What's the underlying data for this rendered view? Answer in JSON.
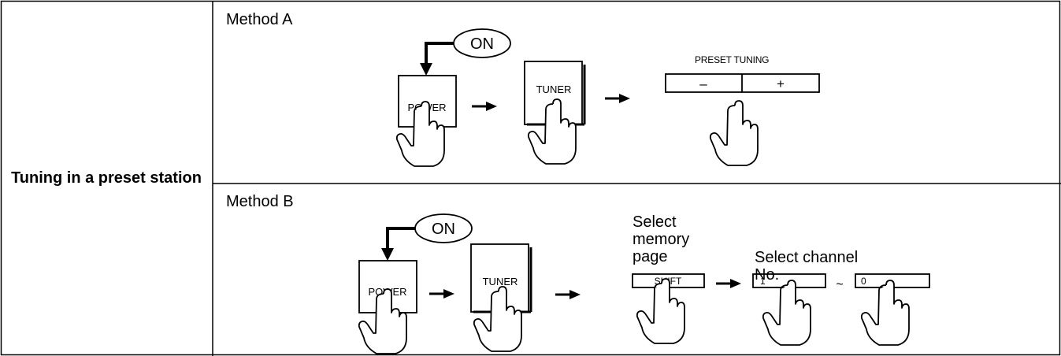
{
  "row_title": "Tuning in a preset station",
  "method_a": {
    "label": "Method A",
    "on_label": "ON",
    "power_label": "POWER",
    "tuner_label": "TUNER",
    "preset_tuning_label": "PRESET TUNING",
    "minus_label": "–",
    "plus_label": "+"
  },
  "method_b": {
    "label": "Method B",
    "on_label": "ON",
    "power_label": "POWER",
    "tuner_label": "TUNER",
    "memory_caption": "Select memory page",
    "channel_caption": "Select channel No.",
    "shift_label": "SHIFT",
    "key_1_label": "1",
    "tilde_label": "~",
    "key_0_label": "0"
  }
}
